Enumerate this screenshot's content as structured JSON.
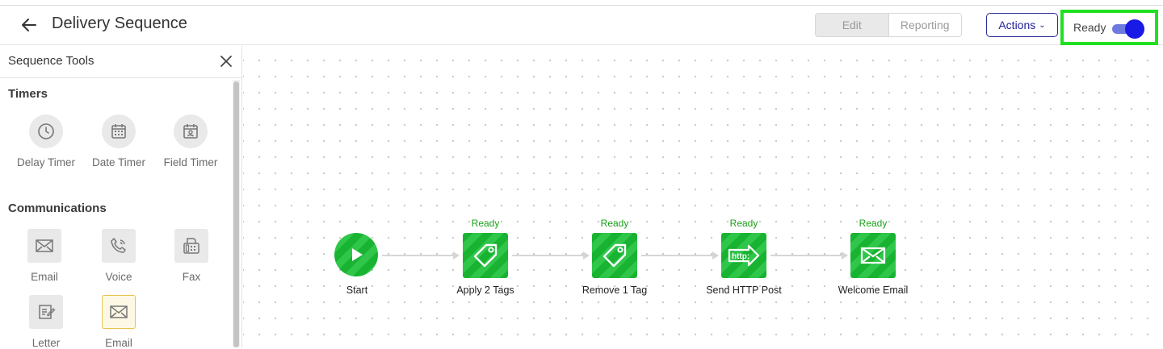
{
  "header": {
    "title": "Delivery Sequence",
    "tabs": [
      {
        "label": "Edit",
        "active": true
      },
      {
        "label": "Reporting",
        "active": false
      }
    ],
    "actions_label": "Actions",
    "status_label": "Ready",
    "status_toggle_on": true
  },
  "sidebar": {
    "title": "Sequence Tools",
    "sections": [
      {
        "title": "Timers",
        "tools": [
          {
            "label": "Delay Timer",
            "icon": "clock-icon"
          },
          {
            "label": "Date Timer",
            "icon": "calendar-icon"
          },
          {
            "label": "Field Timer",
            "icon": "calendar-contact-icon"
          }
        ]
      },
      {
        "title": "Communications",
        "tools": [
          {
            "label": "Email",
            "icon": "envelope-icon"
          },
          {
            "label": "Voice",
            "icon": "phone-icon"
          },
          {
            "label": "Fax",
            "icon": "fax-icon"
          },
          {
            "label": "Letter",
            "icon": "letter-icon"
          },
          {
            "label": "Email",
            "icon": "envelope-icon",
            "selected": true
          }
        ]
      }
    ]
  },
  "flow": {
    "nodes": [
      {
        "name": "Start",
        "icon": "play-icon",
        "status": ""
      },
      {
        "name": "Apply 2 Tags",
        "icon": "tag-icon",
        "status": "Ready"
      },
      {
        "name": "Remove 1 Tag",
        "icon": "tag-icon",
        "status": "Ready"
      },
      {
        "name": "Send HTTP Post",
        "icon": "http-icon",
        "status": "Ready",
        "icon_text": "http:"
      },
      {
        "name": "Welcome Email",
        "icon": "envelope-icon",
        "status": "Ready"
      }
    ]
  },
  "colors": {
    "accent": "#22229a",
    "toggle_knob": "#1a1ae6",
    "highlight": "#21e021",
    "node_green": "#19b332"
  }
}
